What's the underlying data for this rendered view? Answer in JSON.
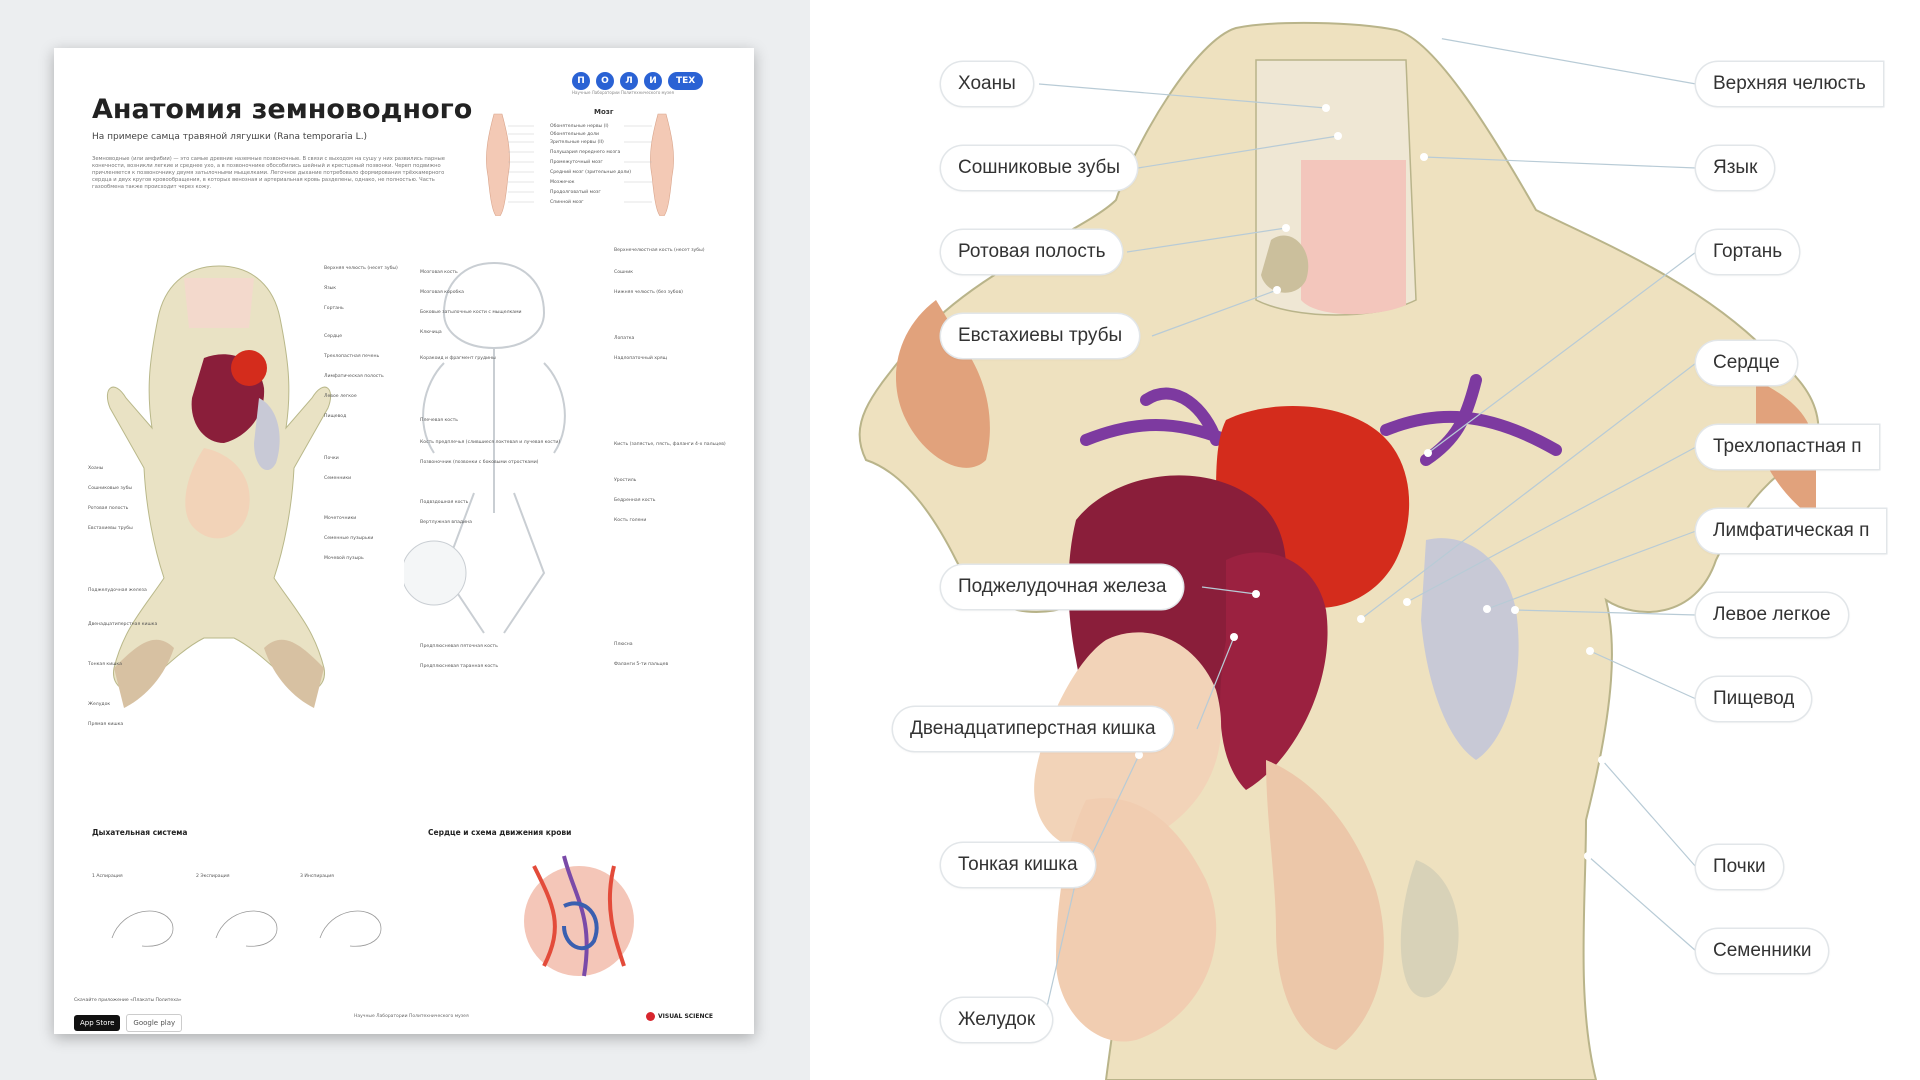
{
  "poster": {
    "title": "Анатомия земноводного",
    "subtitle": "На примере самца травяной лягушки (Rana temporaria L.)",
    "description": "Земноводные (или амфибии) — это самые древние наземные позвоночные. В связи с выходом на сушу у них развились парные конечности, возникли легкие и среднее ухо, а в позвоночнике обособились шейный и крестцовый позвонки. Череп подвижно причленяется к позвоночнику двумя затылочными мыщелками. Легочное дыхание потребовало формирования трёхкамерного сердца и двух кругов кровообращения, в которых венозная и артериальная кровь разделены, однако, не полностью. Часть газообмена также происходит через кожу.",
    "logo_letters": [
      "П",
      "О",
      "Л",
      "И"
    ],
    "logo_tex": "ТЕХ",
    "logo_sub": "Научные Лаборатории Политехнического музея",
    "brain_title": "Мозг",
    "brain_labels": [
      "Обонятельные нервы (I)",
      "Обонятельные доли",
      "Зрительные нервы (II)",
      "Полушария переднего мозга",
      "Промежуточный мозг",
      "Средний мозг (зрительные доли)",
      "Мозжечок",
      "Продолговатый мозг",
      "Спинной мозг"
    ],
    "frog_labels_left": [
      "Хоаны",
      "Сошниковые зубы",
      "Ротовая полость",
      "Евстахиевы трубы",
      "Поджелудочная железа",
      "Двенадцатиперстная кишка",
      "Тонкая кишка",
      "Желудок",
      "Прямая кишка"
    ],
    "frog_labels_right": [
      "Верхняя челюсть (несет зубы)",
      "Язык",
      "Гортань",
      "Сердце",
      "Трехлопастная печень",
      "Лимфатическая полость",
      "Левое легкое",
      "Пищевод",
      "Почки",
      "Семенники",
      "Мочеточники",
      "Семенные пузырьки",
      "Мочевой пузырь"
    ],
    "skeleton_labels_left": [
      "Мозговая кость",
      "Мозговая коробка",
      "Боковые затылочные кости с мыщелками",
      "Ключица",
      "Коракоид и фрагмент грудины",
      "Плечевая кость",
      "Кость предплечья (слившиеся локтевая и лучевая кости)",
      "Позвоночник (позвонки с боковыми отростками)",
      "Подвздошная кость",
      "Вертлужная впадина",
      "Предплюсневая пяточная кость",
      "Предплюсневая таранная кость"
    ],
    "skeleton_labels_right": [
      "Верхнечелюстная кость (несет зубы)",
      "Сошник",
      "Нижняя челюсть (без зубов)",
      "Лопатка",
      "Надлопаточный хрящ",
      "Кисть (запястье, пясть, фаланги 4-х пальцев)",
      "Уростиль",
      "Бедренная кость",
      "Кость голени",
      "Плюсна",
      "Фаланги 5-ти пальцев"
    ],
    "respiratory_title": "Дыхательная система",
    "respiratory_steps": [
      "1 Аспирация",
      "2 Экспирация",
      "3 Инспирация"
    ],
    "heart_title": "Сердце и схема движения крови",
    "app_text": "Скачайте приложение «Плакаты Политеха»",
    "app_store": "App Store",
    "google_play": "Google play",
    "footer_center": "Научные Лаборатории Политехнического музея",
    "brand": "VISUAL SCIENCE"
  },
  "zoom_labels": {
    "left": [
      "Хоаны",
      "Сошниковые зубы",
      "Ротовая полость",
      "Евстахиевы трубы",
      "Поджелудочная железа",
      "Двенадцатиперстная кишка",
      "Тонкая кишка",
      "Желудок"
    ],
    "right": [
      "Верхняя челюсть",
      "Язык",
      "Гортань",
      "Сердце",
      "Трехлопастная п",
      "Лимфатическая п",
      "Левое легкое",
      "Пищевод",
      "Почки",
      "Семенники"
    ]
  },
  "colors": {
    "label_border": "#e2e6e9",
    "leader_line": "#b8cbd6",
    "heart": "#d42c1c",
    "liver": "#8a1e3a",
    "blue_accent": "#2a62d4"
  }
}
